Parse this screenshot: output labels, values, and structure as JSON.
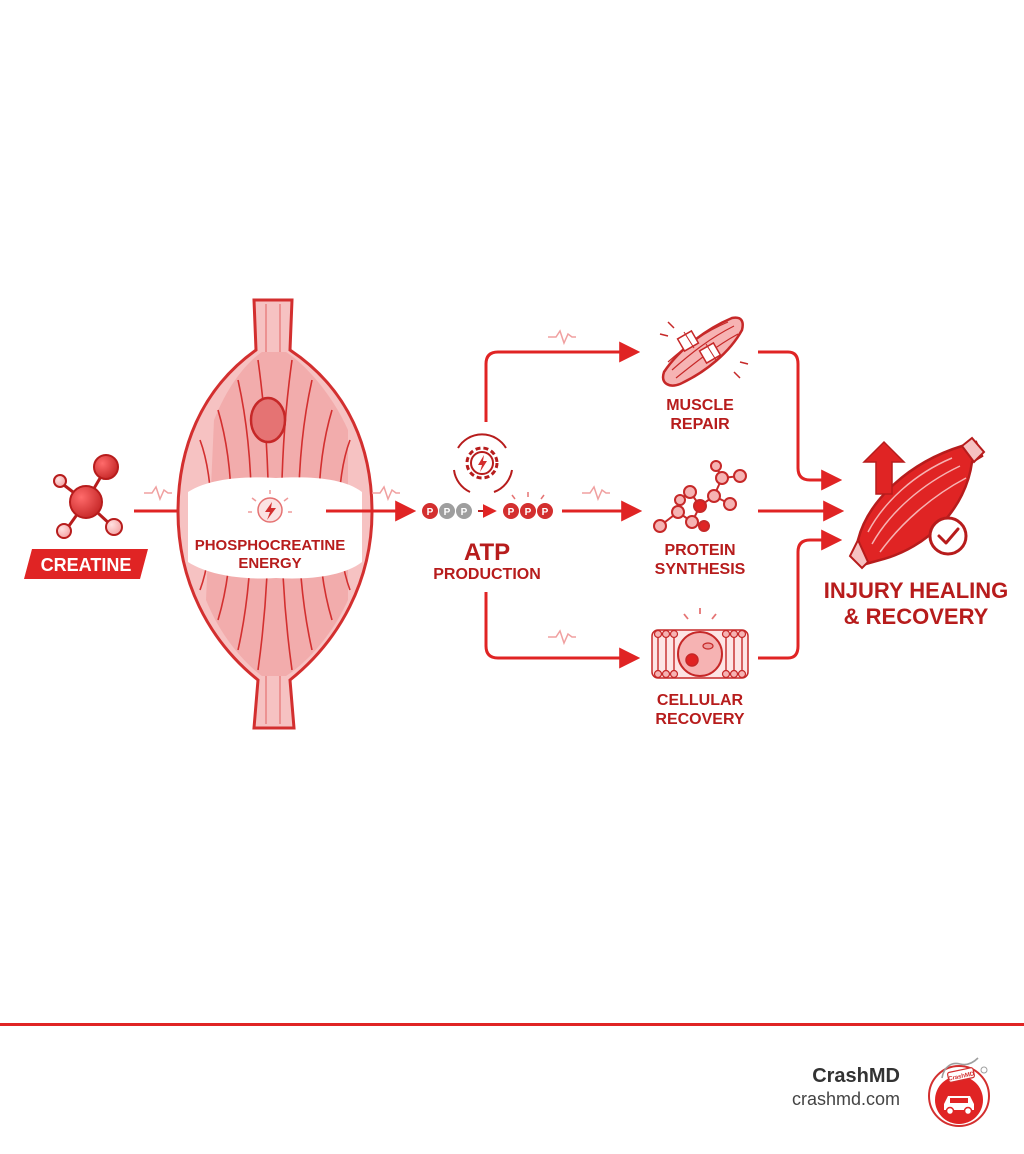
{
  "labels": {
    "creatine": "CREATINE",
    "phospho_line1": "PHOSPHOCREATINE",
    "phospho_line2": "ENERGY",
    "atp_title": "ATP",
    "atp_sub": "PRODUCTION",
    "phosphate_letter": "P",
    "muscle_repair_line1": "MUSCLE",
    "muscle_repair_line2": "REPAIR",
    "protein_line1": "PROTEIN",
    "protein_line2": "SYNTHESIS",
    "cellular_line1": "CELLULAR",
    "cellular_line2": "RECOVERY",
    "healing_line1": "INJURY HEALING",
    "healing_line2": "& RECOVERY"
  },
  "footer": {
    "brand_name": "CrashMD",
    "brand_url": "crashmd.com",
    "logo_text": "CrashMD"
  },
  "colors": {
    "primary_red": "#e02424",
    "dark_red": "#b71c1c",
    "light_red": "#f6b3b3",
    "gray_phosphate": "#9e9e9e"
  },
  "icons": [
    "creatine-molecule-icon",
    "muscle-fiber-icon",
    "energy-bolt-icon",
    "gear-cycle-icon",
    "phosphate-chain-icon",
    "muscle-repair-icon",
    "protein-chain-icon",
    "cell-membrane-icon",
    "healed-muscle-icon",
    "up-arrow-icon",
    "checkmark-icon",
    "heartbeat-pulse-icon"
  ]
}
